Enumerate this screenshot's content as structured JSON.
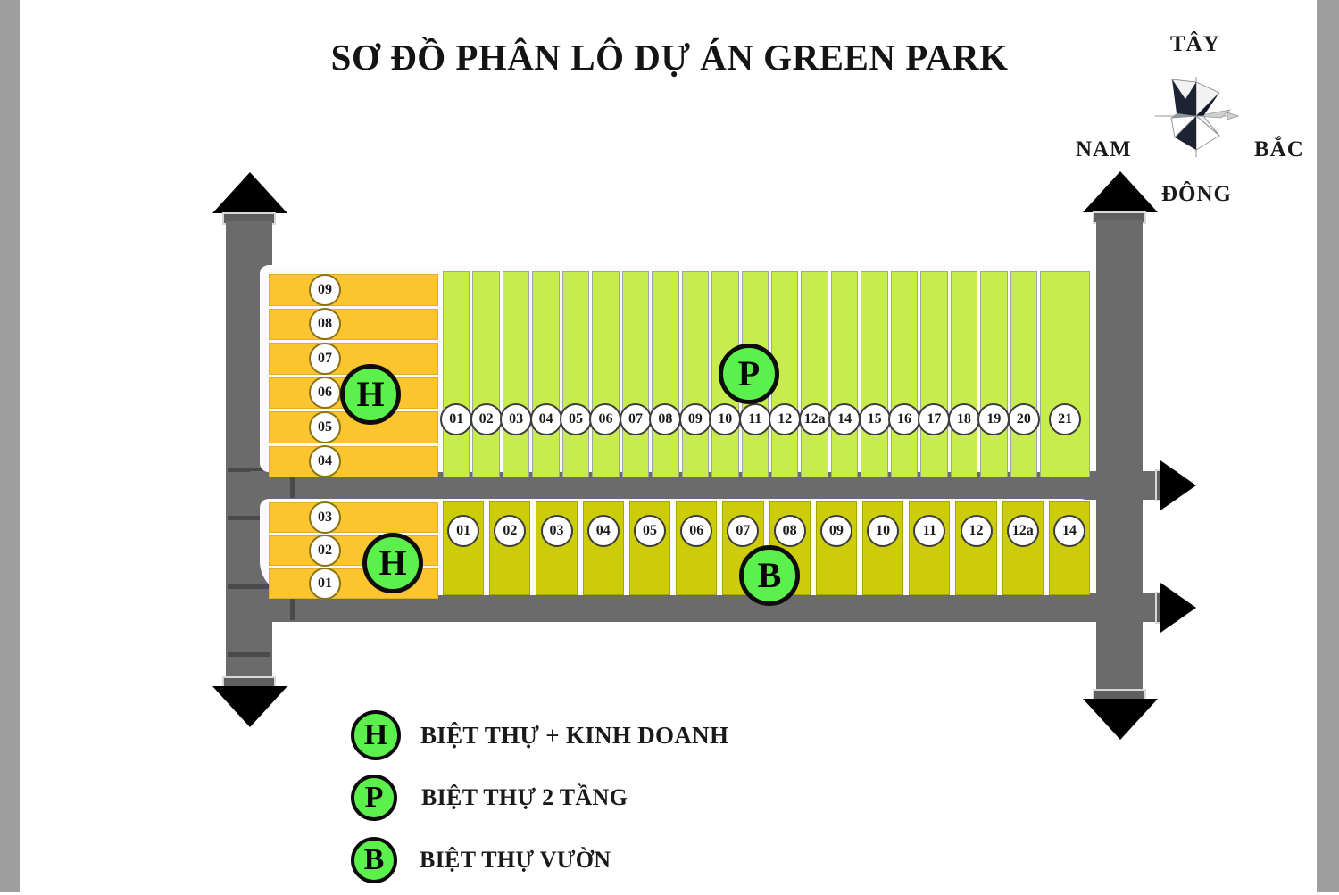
{
  "title": "SƠ ĐỒ PHÂN LÔ DỰ ÁN GREEN PARK",
  "compass": {
    "north_label": "TÂY",
    "west_label": "NAM",
    "east_label": "BẮC",
    "south_label": "ĐÔNG",
    "icon": "compass-rose-icon"
  },
  "colors": {
    "orange_plot": "#fcc530",
    "green_plot": "#c9ec4d",
    "olive_plot": "#cdcc09",
    "road": "#6b6b6b",
    "badge_green": "#5cf04c",
    "page_edge": "#9e9e9e"
  },
  "blocks": {
    "upper_left_orange": {
      "badge": "H",
      "plots": [
        "09",
        "08",
        "07",
        "06",
        "05",
        "04"
      ]
    },
    "lower_left_orange": {
      "badge": "H",
      "plots": [
        "03",
        "02",
        "01"
      ]
    },
    "upper_green": {
      "badge": "P",
      "plots": [
        "01",
        "02",
        "03",
        "04",
        "05",
        "06",
        "07",
        "08",
        "09",
        "10",
        "11",
        "12",
        "12a",
        "14",
        "15",
        "16",
        "17",
        "18",
        "19",
        "20",
        "21"
      ]
    },
    "lower_olive": {
      "badge": "B",
      "plots": [
        "01",
        "02",
        "03",
        "04",
        "05",
        "06",
        "07",
        "08",
        "09",
        "10",
        "11",
        "12",
        "12a",
        "14"
      ]
    }
  },
  "legend": [
    {
      "symbol": "H",
      "label": "BIỆT THỰ + KINH DOANH"
    },
    {
      "symbol": "P",
      "label": "BIỆT THỰ  2 TẦNG"
    },
    {
      "symbol": "B",
      "label": "BIỆT THỰ VƯỜN"
    }
  ]
}
